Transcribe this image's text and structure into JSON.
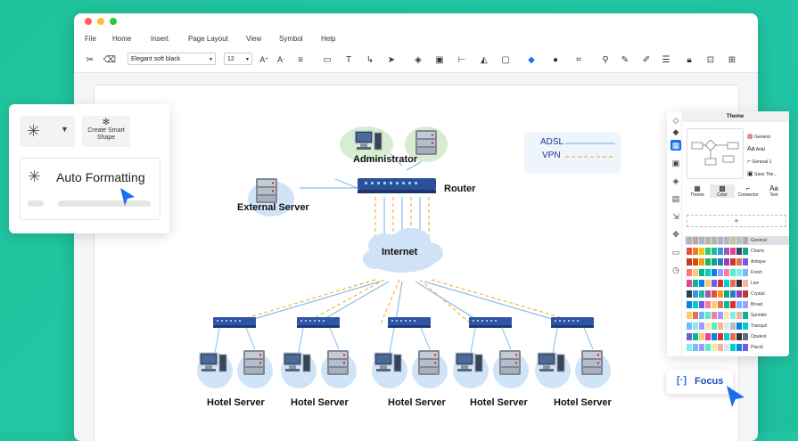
{
  "menu": [
    "File",
    "Home",
    "Insert",
    "Page Layout",
    "View",
    "Symbol",
    "Help"
  ],
  "toolbar": {
    "font": "Elegant soft black",
    "size": "12"
  },
  "smart_panel": {
    "create_label": "Create Smart Shape",
    "auto_label": "Auto Formatting"
  },
  "diagram": {
    "administrator": "Administrator",
    "router": "Router",
    "external": "External Server",
    "internet": "Internet",
    "hotels": [
      "Hotel Server",
      "Hotel Server",
      "Hotel Server",
      "Hotel Server",
      "Hotel Server"
    ],
    "legend": {
      "adsl": "ADSL",
      "vpn": "VPN"
    }
  },
  "theme_panel": {
    "title": "Theme",
    "options": [
      "General",
      "Arial",
      "General 1",
      "Save The..."
    ],
    "tabs": [
      "Theme",
      "Color",
      "Connector",
      "Text"
    ],
    "add": "+",
    "themes": [
      "General",
      "Charm",
      "Antique",
      "Fresh",
      "Live",
      "Crystal",
      "Broad",
      "Sprinkle",
      "Tranquil",
      "Opulent",
      "Placid"
    ]
  },
  "focus": {
    "label": "Focus"
  },
  "colors": {
    "bg": "#1fc39a",
    "accent": "#1a6ff0"
  }
}
